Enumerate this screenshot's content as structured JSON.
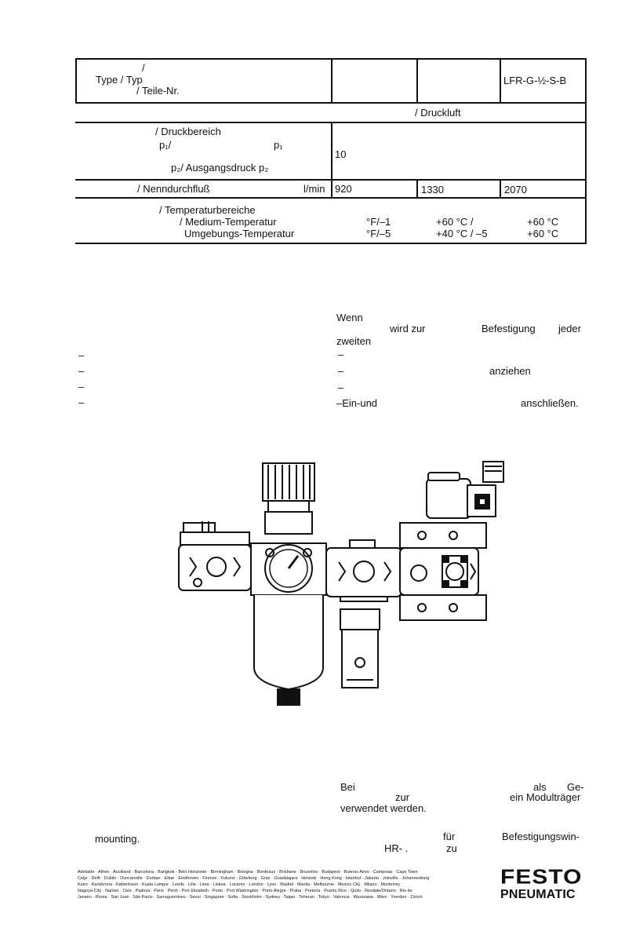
{
  "spec_table": {
    "type_row": {
      "slash_top": "/",
      "type_label": "Type / Typ",
      "part_label": "/ Teile-Nr.",
      "model": "LFR-G-½-S-B"
    },
    "medium_row": {
      "label": "/ Druckluft"
    },
    "pressure_row": {
      "title": "/ Druckbereich",
      "p1_sym": "p₁/",
      "p1_sym_b": "p₁",
      "output": "p₂/ Ausgangsdruck p₂",
      "value": "10"
    },
    "flow_row": {
      "label": "/ Nenndurchfluß",
      "unit": "l/min",
      "values": [
        "920",
        "1330",
        "2070"
      ]
    },
    "temp_row": {
      "title": "/ Temperaturbereiche",
      "medium_label": "/ Medium-Temperatur",
      "ambient_label": "Umgebungs-Temperatur",
      "medium_values": [
        "°F/–1",
        "+60 °C /",
        "+60 °C"
      ],
      "ambient_values": [
        "°F/–5",
        "+40 °C / –5",
        "+60 °C"
      ]
    }
  },
  "mounting_text": {
    "lines": [
      [
        "Wenn"
      ],
      [
        "wird zur",
        "Befestigung",
        "jeder"
      ],
      [
        "zweiten"
      ],
      [
        "–"
      ],
      [
        "–",
        "anziehen"
      ],
      [
        "–"
      ],
      [
        "–Ein-und",
        "anschließen."
      ]
    ],
    "left_dashes": [
      "–",
      "–",
      "–",
      "–"
    ]
  },
  "bottom_text": {
    "line1": [
      "Bei",
      "als",
      "Ge-"
    ],
    "line2": [
      "zur",
      "ein Modulträger"
    ],
    "line3": [
      "verwendet werden."
    ],
    "line4": [
      "mounting.",
      "für",
      "Befestigungswin-"
    ],
    "line5": [
      "HR- .",
      "zu"
    ]
  },
  "footer": {
    "cities": [
      "Adelaide · Athen · Auckland · Barcelona · Bangkok · Belo Horizonte · Birmingham · Bologna · Bordeaux · Brisbane · Bruxelles · Budapest · Buenos Aires · Campinas · Cape Town",
      "Celje · Delft · Dublin · Duncanville · Durban · Eibar · Eindhoven · Firenze · Fukuroi · Göteborg · Graz · Guadalajara · Helsinki · Hong Kong · Istanbul · Jakarta · Joinville · Johannesburg",
      "Kairo · Karlskrona · København · Kuala Lumpur · Leeds · Lille · Lima · Lisboa · Locarno · London · Lyon · Madrid · Manila · Melbourne · Mexico City · Milano · Monterrey",
      "Nagoya-City · Nantes · Oslo · Padova · Paris · Perth · Port Elizabeth · Porto · Port Washington · Porto Alegre · Praha · Pretoria · Puerto Rico · Quito · Rexdale/Ontario · Rio de",
      "Janeiro · Roma · San José · São Paulo · Sarreguemines · Seoul · Singapore · Sofia · Stockholm · Sydney · Taipei · Teheran · Tokyo · Valencia · Warszawa · Wien · Yverdon · Zürich"
    ],
    "logo_top": "FESTO",
    "logo_bottom": "PNEUMATIC"
  }
}
